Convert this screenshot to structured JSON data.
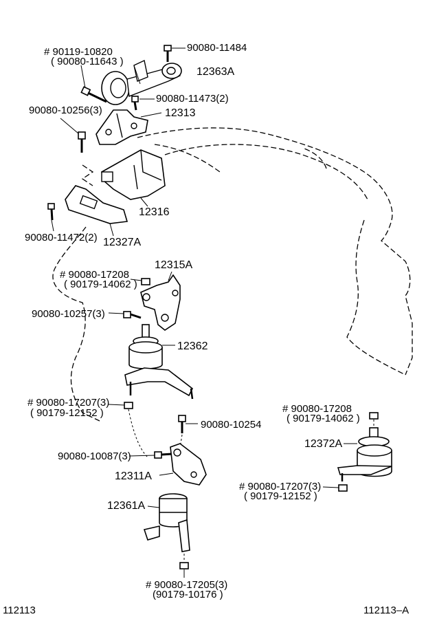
{
  "footer": {
    "left_code": "112113",
    "right_code": "112113–A"
  },
  "callouts": {
    "c1": "# 90119-10820",
    "c1b": "( 90080-11643 )",
    "c2": "90080-11484",
    "c3": "12363A",
    "c4": "90080-11473(2)",
    "c5": "90080-10256(3)",
    "c6": "12313",
    "c7": "12316",
    "c8": "90080-11472(2)",
    "c9": "12327A",
    "c10": "12315A",
    "c11": "# 90080-17208",
    "c11b": "( 90179-14062 )",
    "c12": "90080-10257(3)",
    "c13": "12362",
    "c14": "# 90080-17207(3)",
    "c14b": "( 90179-12152 )",
    "c15": "90080-10254",
    "c16": "90080-10087(3)",
    "c17": "12311A",
    "c18": "12361A",
    "c19": "# 90080-17205(3)",
    "c19b": "(90179-10176 )",
    "c20": "# 90080-17208",
    "c20b": "( 90179-14062 )",
    "c21": "12372A",
    "c22": "# 90080-17207(3)",
    "c22b": "( 90179-12152 )"
  }
}
